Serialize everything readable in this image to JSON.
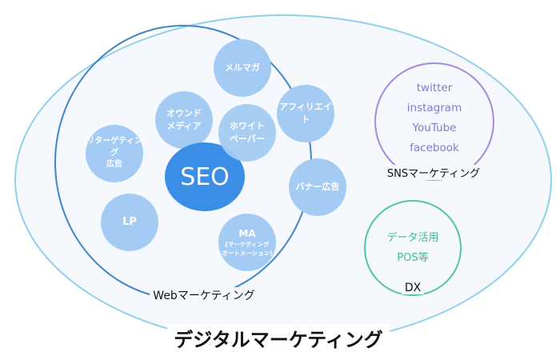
{
  "title": "デジタルマーケティング",
  "web_marketing": {
    "label": "Webマーケティング",
    "center": "SEO",
    "items": [
      "メルマガ",
      "オウンド\nメディア",
      "ホワイト\nペーパー",
      "アフィリエイト",
      "リターゲティング\n広告",
      "バナー広告",
      "LP",
      "MA",
      "(マーケティング\nオートメーション)"
    ]
  },
  "sns": {
    "label": "SNSマーケティング",
    "items": [
      "twitter",
      "instagram",
      "YouTube",
      "facebook"
    ]
  },
  "dx": {
    "label": "DX",
    "items": [
      "データ活用",
      "POS等"
    ]
  },
  "colors": {
    "outer": "#8fd0ea",
    "web": "#3f86c6",
    "bubble": "#a4cbf4",
    "seo": "#3b8ee6",
    "sns": "#a68ad9",
    "dx": "#52c3a3"
  }
}
